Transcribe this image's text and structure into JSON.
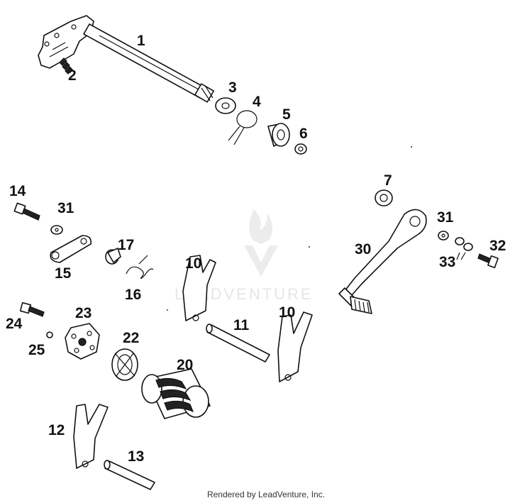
{
  "diagram": {
    "callouts": [
      "1",
      "2",
      "3",
      "4",
      "5",
      "6",
      "7",
      "10",
      "10",
      "11",
      "12",
      "13",
      "14",
      "15",
      "16",
      "17",
      "20",
      "22",
      "23",
      "24",
      "25",
      "30",
      "31",
      "31",
      "32",
      "33"
    ],
    "watermark": "LEADVENTURE",
    "footer": "Rendered by LeadVenture, Inc."
  }
}
